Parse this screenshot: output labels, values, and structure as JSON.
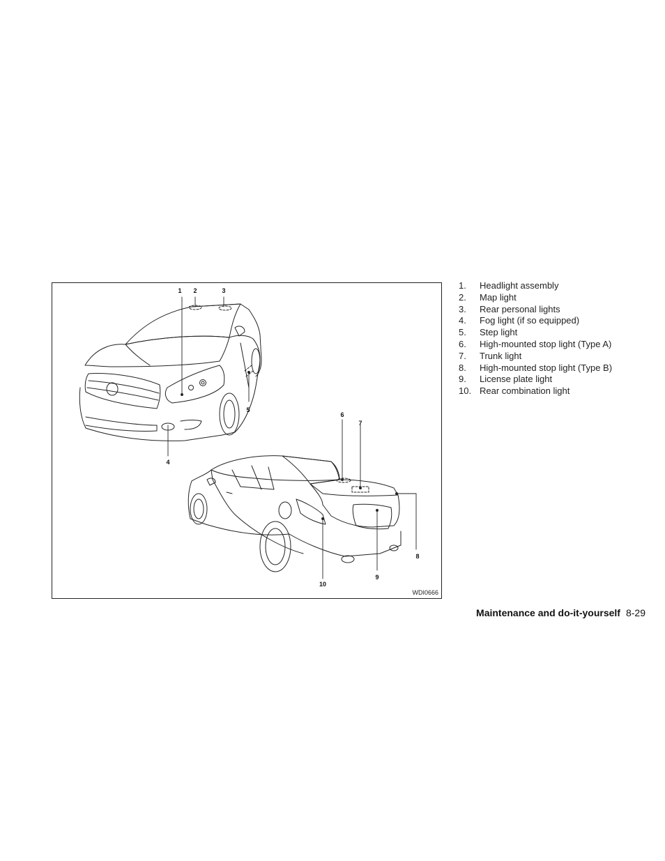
{
  "figure": {
    "code": "WDI0666",
    "callouts": [
      "1",
      "2",
      "3",
      "4",
      "5",
      "6",
      "7",
      "8",
      "9",
      "10"
    ]
  },
  "legend": {
    "items": [
      {
        "num": "1.",
        "label": "Headlight assembly"
      },
      {
        "num": "2.",
        "label": "Map light"
      },
      {
        "num": "3.",
        "label": "Rear personal lights"
      },
      {
        "num": "4.",
        "label": "Fog light (if so equipped)"
      },
      {
        "num": "5.",
        "label": "Step light"
      },
      {
        "num": "6.",
        "label": "High-mounted stop light (Type A)"
      },
      {
        "num": "7.",
        "label": "Trunk light"
      },
      {
        "num": "8.",
        "label": "High-mounted stop light (Type B)"
      },
      {
        "num": "9.",
        "label": "License plate light"
      },
      {
        "num": "10.",
        "label": "Rear combination light"
      }
    ]
  },
  "footer": {
    "section": "Maintenance and do-it-yourself",
    "page": "8-29"
  }
}
